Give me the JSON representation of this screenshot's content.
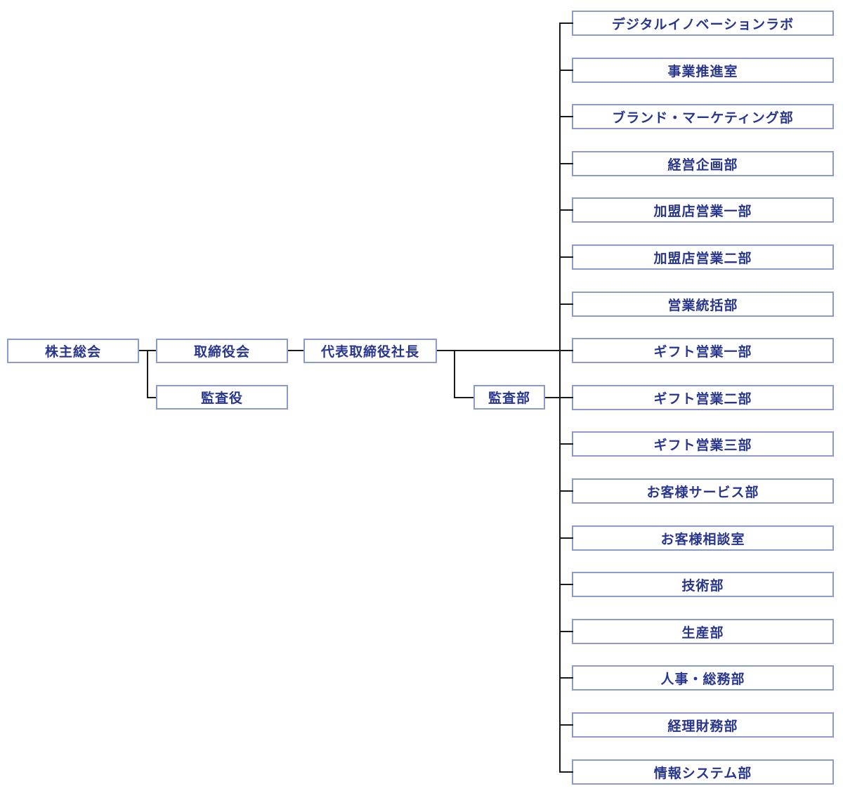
{
  "org": {
    "governance": [
      {
        "id": "shareholders",
        "label": "株主総会"
      },
      {
        "id": "board",
        "label": "取締役会"
      },
      {
        "id": "auditor",
        "label": "監査役"
      },
      {
        "id": "president",
        "label": "代表取締役社長"
      },
      {
        "id": "audit_dept",
        "label": "監査部"
      }
    ],
    "departments": [
      {
        "label": "デジタルイノベーションラボ"
      },
      {
        "label": "事業推進室"
      },
      {
        "label": "ブランド・マーケティング部"
      },
      {
        "label": "経営企画部"
      },
      {
        "label": "加盟店営業一部"
      },
      {
        "label": "加盟店営業二部"
      },
      {
        "label": "営業統括部"
      },
      {
        "label": "ギフト営業一部"
      },
      {
        "label": "ギフト営業二部"
      },
      {
        "label": "ギフト営業三部"
      },
      {
        "label": "お客様サービス部"
      },
      {
        "label": "お客様相談室"
      },
      {
        "label": "技術部"
      },
      {
        "label": "生産部"
      },
      {
        "label": "人事・総務部"
      },
      {
        "label": "経理財務部"
      },
      {
        "label": "情報システム部"
      }
    ]
  },
  "colors": {
    "box_border": "#8b9cc8",
    "box_text": "#28368e",
    "connector_line": "#1a1a1a",
    "background": "#ffffff"
  }
}
